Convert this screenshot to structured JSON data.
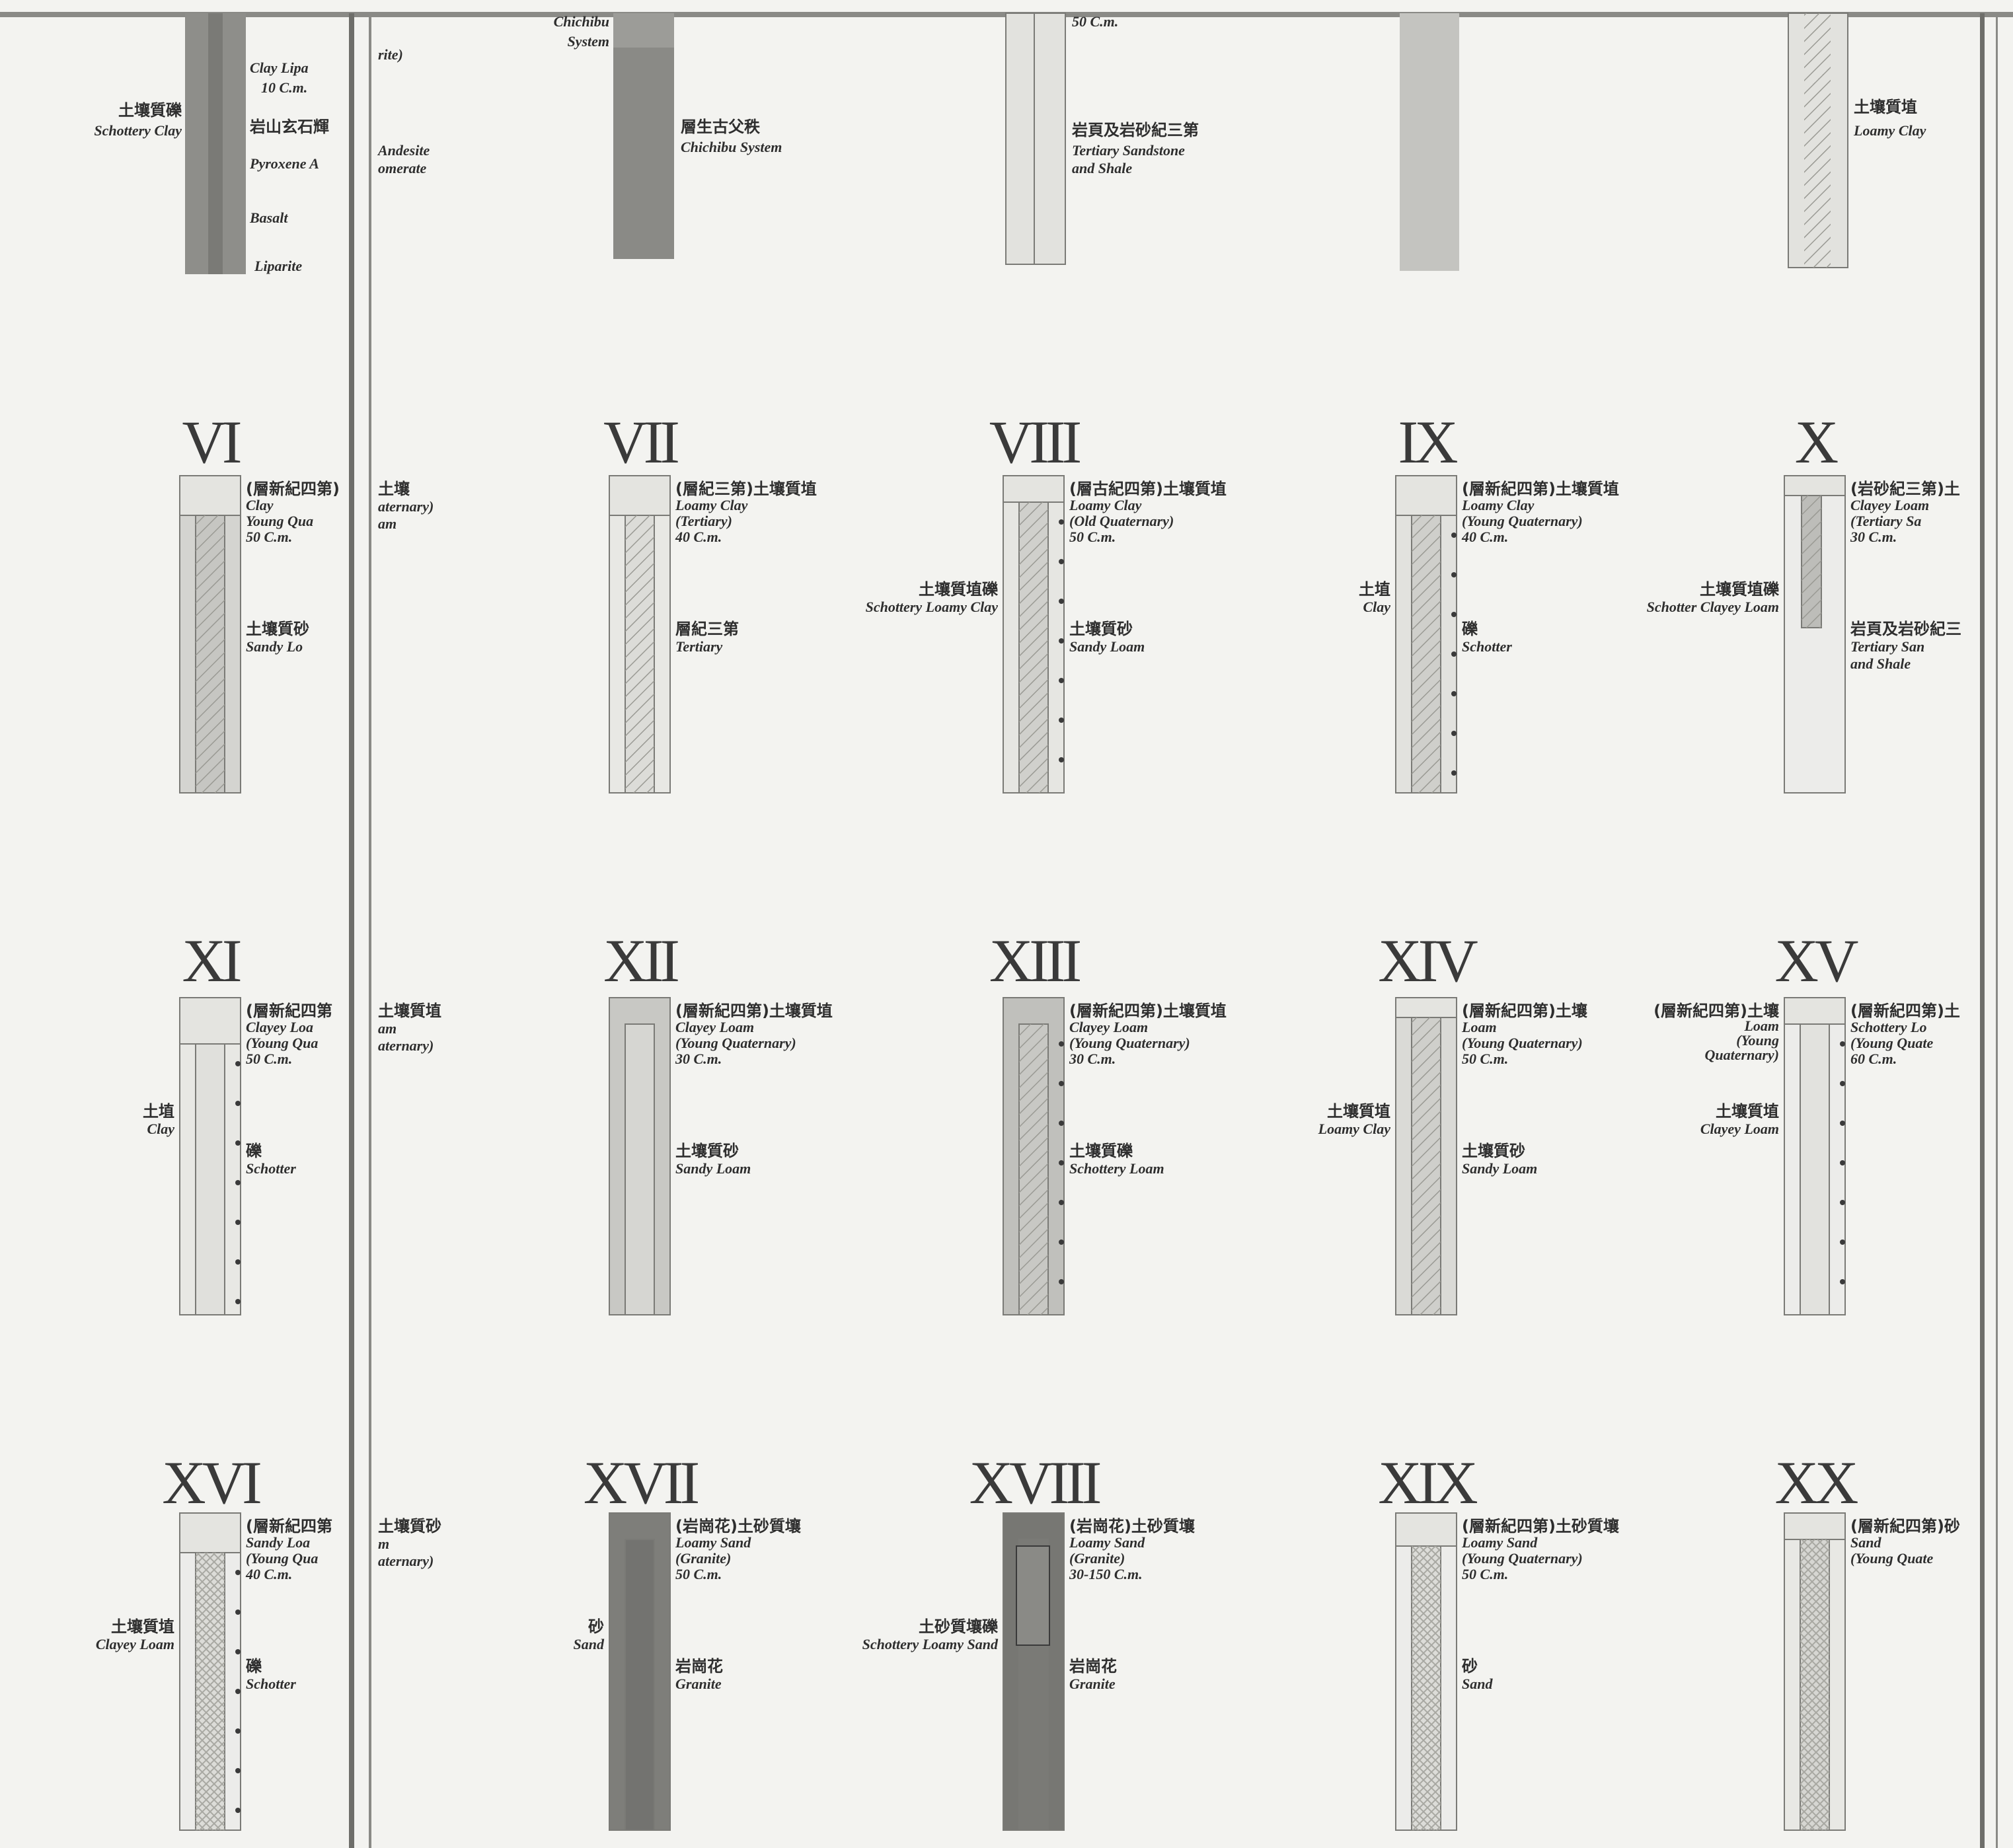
{
  "plate": {
    "colors": {
      "paper": "#f3f3f0",
      "ink": "#2e2e2e",
      "column_light": "#dcdcd8",
      "column_mid": "#b5b5b0",
      "column_dark": "#808080",
      "hatch": "#9a9a94"
    }
  },
  "top_row": {
    "col1": {
      "labels": [
        "Clay Lipa",
        "10 C.m.",
        "岩山玄石輝",
        "Pyroxene A",
        "Basalt",
        "Liparite"
      ],
      "left_labels": [
        "土壤質礫",
        "Schottery Clay"
      ]
    },
    "col1_right": {
      "labels": [
        "rite)",
        "Andesite",
        "omerate"
      ]
    },
    "col2": {
      "labels": [
        "Chichibu",
        "System",
        "層生古父秩",
        "Chichibu System"
      ]
    },
    "col3": {
      "labels": [
        "岩頁及岩砂紀三第",
        "Tertiary Sandstone",
        "and Shale",
        "50 C.m."
      ]
    },
    "col5": {
      "labels": [
        "土壤質埴",
        "Loamy Clay"
      ]
    }
  },
  "profiles": [
    {
      "numeral": "VI",
      "upper": [
        "(層新紀四第)",
        "Clay",
        "Young Qua",
        "50 C.m."
      ],
      "lower": [
        "土壤質砂",
        "Sandy Lo"
      ],
      "left": [],
      "right_cut": [
        "土壤",
        "aternary)",
        "am"
      ]
    },
    {
      "numeral": "VII",
      "upper": [
        "(層紀三第)土壤質埴",
        "Loamy Clay",
        "(Tertiary)",
        "40 C.m."
      ],
      "lower": [
        "層紀三第",
        "Tertiary"
      ],
      "left": []
    },
    {
      "numeral": "VIII",
      "upper": [
        "(層古紀四第)土壤質埴",
        "Loamy Clay",
        "(Old Quaternary)",
        "50 C.m."
      ],
      "lower": [
        "土壤質砂",
        "Sandy Loam"
      ],
      "left": [
        "土壤質埴礫",
        "Schottery Loamy Clay"
      ]
    },
    {
      "numeral": "IX",
      "upper": [
        "(層新紀四第)土壤質埴",
        "Loamy Clay",
        "(Young Quaternary)",
        "40 C.m."
      ],
      "lower": [
        "礫",
        "Schotter"
      ],
      "left": [
        "土埴",
        "Clay"
      ]
    },
    {
      "numeral": "X",
      "upper": [
        "(岩砂紀三第)土",
        "Clayey Loam",
        "(Tertiary Sa",
        "30 C.m."
      ],
      "lower": [
        "岩頁及岩砂紀三",
        "Tertiary San",
        "and Shale"
      ],
      "left": [
        "土壤質埴礫",
        "Schotter Clayey Loam"
      ]
    },
    {
      "numeral": "XI",
      "upper": [
        "(層新紀四第",
        "Clayey Loa",
        "(Young Qua",
        "50 C.m."
      ],
      "lower": [
        "礫",
        "Schotter"
      ],
      "left": [
        "土埴",
        "Clay"
      ],
      "right_cut": [
        "土壤質埴",
        "am",
        "aternary)"
      ]
    },
    {
      "numeral": "XII",
      "upper": [
        "(層新紀四第)土壤質埴",
        "Clayey Loam",
        "(Young Quaternary)",
        "30 C.m."
      ],
      "lower": [
        "土壤質砂",
        "Sandy Loam"
      ],
      "left": []
    },
    {
      "numeral": "XIII",
      "upper": [
        "(層新紀四第)土壤質埴",
        "Clayey Loam",
        "(Young Quaternary)",
        "30 C.m."
      ],
      "lower": [
        "土壤質礫",
        "Schottery Loam"
      ],
      "left": []
    },
    {
      "numeral": "XIV",
      "upper": [
        "(層新紀四第)土壤",
        "Loam",
        "(Young Quaternary)",
        "50 C.m."
      ],
      "lower": [
        "土壤質砂",
        "Sandy Loam"
      ],
      "left": [
        "土壤質埴",
        "Loamy Clay"
      ]
    },
    {
      "numeral": "XV",
      "upper": [
        "(層新紀四第)土",
        "Schottery Lo",
        "(Young Quate",
        "60 C.m."
      ],
      "lower": [],
      "left": [
        "土壤質埴",
        "Clayey Loam"
      ],
      "left_upper": [
        "(層新紀四第)土壤",
        "Loam",
        "(Young",
        "Quaternary)"
      ]
    },
    {
      "numeral": "XVI",
      "upper": [
        "(層新紀四第",
        "Sandy Loa",
        "(Young Qua",
        "40 C.m."
      ],
      "lower": [
        "礫",
        "Schotter"
      ],
      "left": [
        "土壤質埴",
        "Clayey Loam"
      ],
      "right_cut": [
        "土壤質砂",
        "m",
        "aternary)"
      ]
    },
    {
      "numeral": "XVII",
      "upper": [
        "(岩崗花)土砂質壤",
        "Loamy Sand",
        "(Granite)",
        "50 C.m."
      ],
      "lower": [
        "岩崗花",
        "Granite"
      ],
      "left": [
        "砂",
        "Sand"
      ]
    },
    {
      "numeral": "XVIII",
      "upper": [
        "(岩崗花)土砂質壤",
        "Loamy Sand",
        "(Granite)",
        "30-150 C.m."
      ],
      "lower": [
        "岩崗花",
        "Granite"
      ],
      "left": [
        "土砂質壤礫",
        "Schottery Loamy Sand"
      ]
    },
    {
      "numeral": "XIX",
      "upper": [
        "(層新紀四第)土砂質壤",
        "Loamy Sand",
        "(Young Quaternary)",
        "50 C.m."
      ],
      "lower": [
        "砂",
        "Sand"
      ],
      "left": []
    },
    {
      "numeral": "XX",
      "upper": [
        "(層新紀四第)砂",
        "Sand",
        "(Young Quate"
      ],
      "lower": [],
      "left": []
    }
  ]
}
